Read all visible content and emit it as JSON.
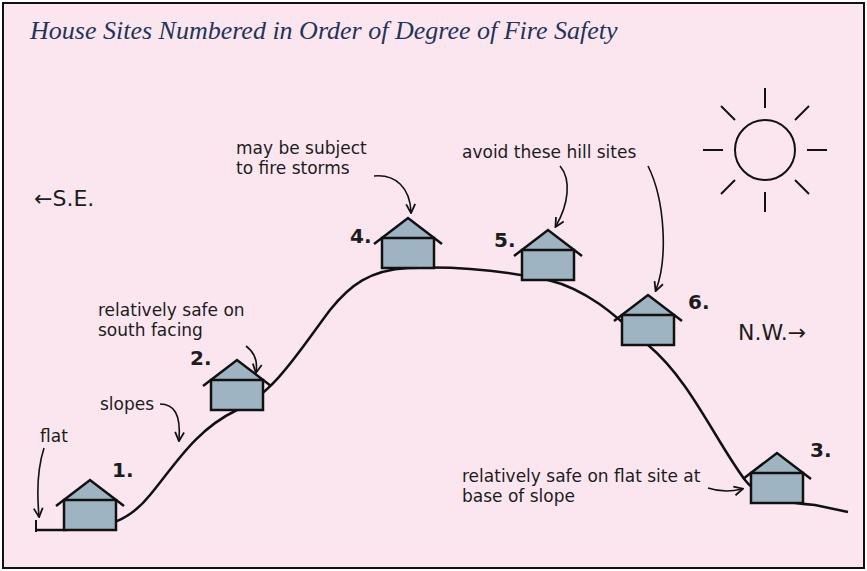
{
  "diagram": {
    "title": "House Sites Numbered in Order of Degree of Fire Safety",
    "labels": [
      "←S.E.",
      "N.W.→",
      "flat",
      "1.",
      "relatively safe on south facing",
      "2.",
      "slopes",
      "may be subject to fire storms",
      "4.",
      "avoid these hill sites",
      "5.",
      "6.",
      "3.",
      "relatively safe on flat site at base of slope"
    ]
  }
}
